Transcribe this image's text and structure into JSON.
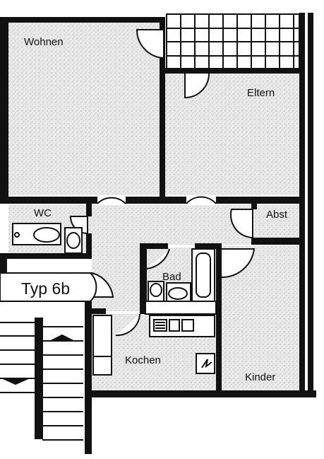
{
  "plan": {
    "unit_type": "Typ 6b",
    "rooms": {
      "wohnen": "Wohnen",
      "eltern": "Eltern",
      "wc": "WC",
      "abst": "Abst",
      "bad": "Bad",
      "kochen": "Kochen",
      "kinder": "Kinder"
    }
  },
  "colors": {
    "wall": "#111111",
    "floor": "#e9e9e9",
    "background": "#ffffff"
  }
}
